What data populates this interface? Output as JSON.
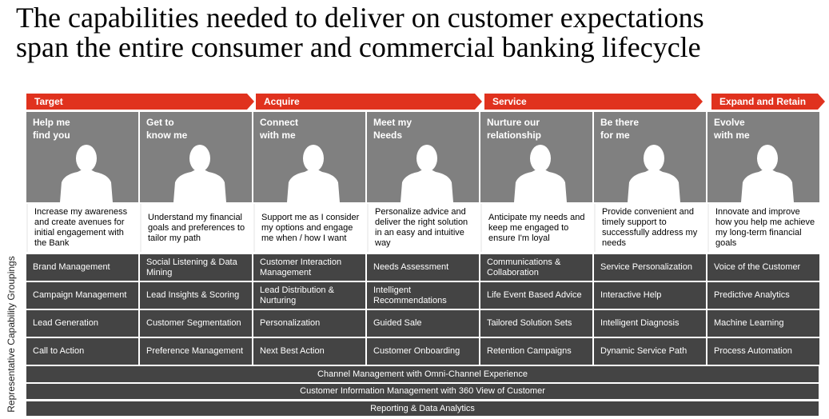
{
  "title_line1": "The capabilities needed to deliver on customer expectations",
  "title_line2": "span the entire consumer and commercial banking lifecycle",
  "phases": [
    "Target",
    "Acquire",
    "Service",
    "Expand and Retain"
  ],
  "side_label": "Representative Capability Groupings",
  "columns": [
    {
      "heading1": "Help me",
      "heading2": "find you",
      "desc": "Increase my awareness and create avenues for initial engagement with the Bank",
      "caps": [
        "Brand Management",
        "Campaign Management",
        "Lead Generation",
        "Call to Action"
      ]
    },
    {
      "heading1": "Get to",
      "heading2": "know me",
      "desc": "Understand my financial goals and preferences to tailor my path",
      "caps": [
        "Social Listening & Data Mining",
        "Lead Insights & Scoring",
        "Customer Segmentation",
        "Preference Management"
      ]
    },
    {
      "heading1": "Connect",
      "heading2": "with me",
      "desc": "Support me as I consider my options and engage me when / how I want",
      "caps": [
        "Customer Interaction Management",
        "Lead Distribution & Nurturing",
        "Personalization",
        "Next Best Action"
      ]
    },
    {
      "heading1": "Meet my",
      "heading2": "Needs",
      "desc": "Personalize advice and deliver the right solution in an easy and intuitive way",
      "caps": [
        "Needs Assessment",
        "Intelligent Recommendations",
        "Guided Sale",
        "Customer Onboarding"
      ]
    },
    {
      "heading1": "Nurture our",
      "heading2": "relationship",
      "desc": "Anticipate my needs and keep me engaged to ensure I'm loyal",
      "caps": [
        "Communications & Collaboration",
        "Life Event Based Advice",
        "Tailored Solution Sets",
        "Retention Campaigns"
      ]
    },
    {
      "heading1": "Be there",
      "heading2": "for me",
      "desc": "Provide convenient and timely support to successfully address my needs",
      "caps": [
        "Service Personalization",
        "Interactive Help",
        "Intelligent Diagnosis",
        "Dynamic Service Path"
      ]
    },
    {
      "heading1": "Evolve",
      "heading2": "with me",
      "desc": "Innovate and improve how you help me achieve my long-term financial goals",
      "caps": [
        "Voice of the Customer",
        "Predictive Analytics",
        "Machine Learning",
        "Process Automation"
      ]
    }
  ],
  "bars": [
    "Channel Management with Omni-Channel Experience",
    "Customer Information Management with 360 View of Customer",
    "Reporting & Data Analytics"
  ]
}
